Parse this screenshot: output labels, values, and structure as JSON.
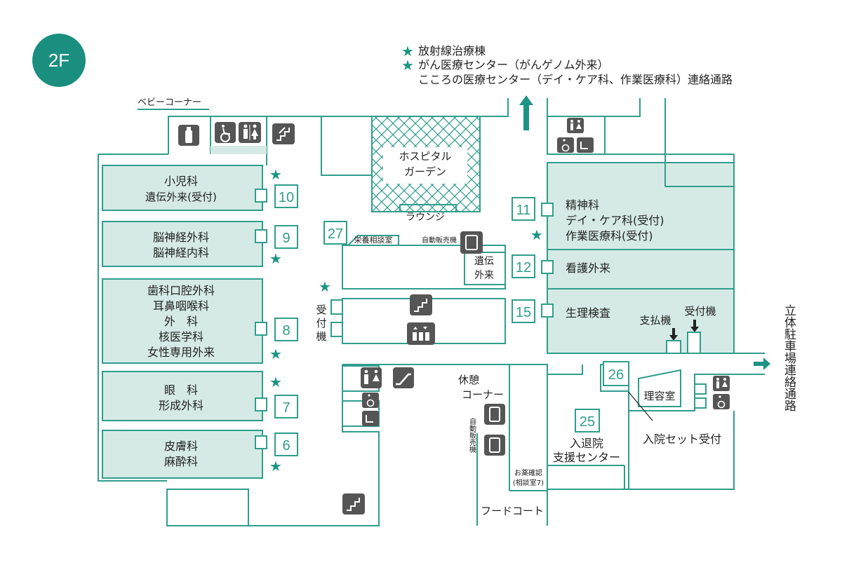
{
  "floor": {
    "label": "2F",
    "color": "#1a8f7f"
  },
  "colors": {
    "accent": "#2f9e8c",
    "room_fill": "#d5eae6",
    "icon_fill": "#555555",
    "star": "#1d9485"
  },
  "connections_top": [
    "放射線治療棟",
    "がん医療センター（がんゲノム外来）",
    "こころの医療センター（デイ・ケア科、作業医療科）連絡通路"
  ],
  "labels": {
    "baby_corner": "ベビーコーナー",
    "garden_1": "ホスピタル",
    "garden_2": "ガーデン",
    "lounge": "ラウンジ",
    "nutrition": "栄養相談室",
    "vending_top": "自動販売機",
    "genetic_1": "遺伝",
    "genetic_2": "外来",
    "reception_1": "受",
    "reception_2": "付",
    "reception_3": "機",
    "rest_1": "休憩",
    "rest_2": "コーナー",
    "vending_side": "自動販売機",
    "pharmacy_1": "お薬確認",
    "pharmacy_2": "(相談室7)",
    "food_court": "フードコート",
    "admission_1": "入退院",
    "admission_2": "支援センター",
    "barber": "理容室",
    "admission_set": "入院セット受付",
    "payment": "支払機",
    "reception_machine": "受付機",
    "parking": "立体駐車場連絡通路"
  },
  "blocks": [
    {
      "num": "10",
      "lines": [
        "小児科",
        "遺伝外来(受付)"
      ]
    },
    {
      "num": "9",
      "lines": [
        "脳神経外科",
        "脳神経内科"
      ]
    },
    {
      "num": "8",
      "lines": [
        "歯科口腔外科",
        "耳鼻咽喉科",
        "外　科",
        "核医学科",
        "女性専用外来"
      ]
    },
    {
      "num": "7",
      "lines": [
        "眼　科",
        "形成外科"
      ]
    },
    {
      "num": "6",
      "lines": [
        "皮膚科",
        "麻酔科"
      ]
    },
    {
      "num": "11",
      "lines": [
        "精神科",
        "デイ・ケア科(受付)",
        "作業医療科(受付)"
      ]
    },
    {
      "num": "12",
      "lines": [
        "看護外来"
      ]
    },
    {
      "num": "15",
      "lines": [
        "生理検査"
      ]
    },
    {
      "num": "27",
      "lines": []
    },
    {
      "num": "26",
      "lines": []
    },
    {
      "num": "25",
      "lines": []
    }
  ],
  "icons": {
    "star": "★",
    "nursing_room": "baby-bottle-icon",
    "accessible": "wheelchair-icon",
    "restroom": "restroom-icon",
    "stairs": "stairs-icon",
    "escalator": "escalator-icon",
    "elevator": "elevator-icon",
    "vending": "vending-icon",
    "arrow_up": "arrow-up-icon",
    "arrow_right": "arrow-right-icon"
  }
}
